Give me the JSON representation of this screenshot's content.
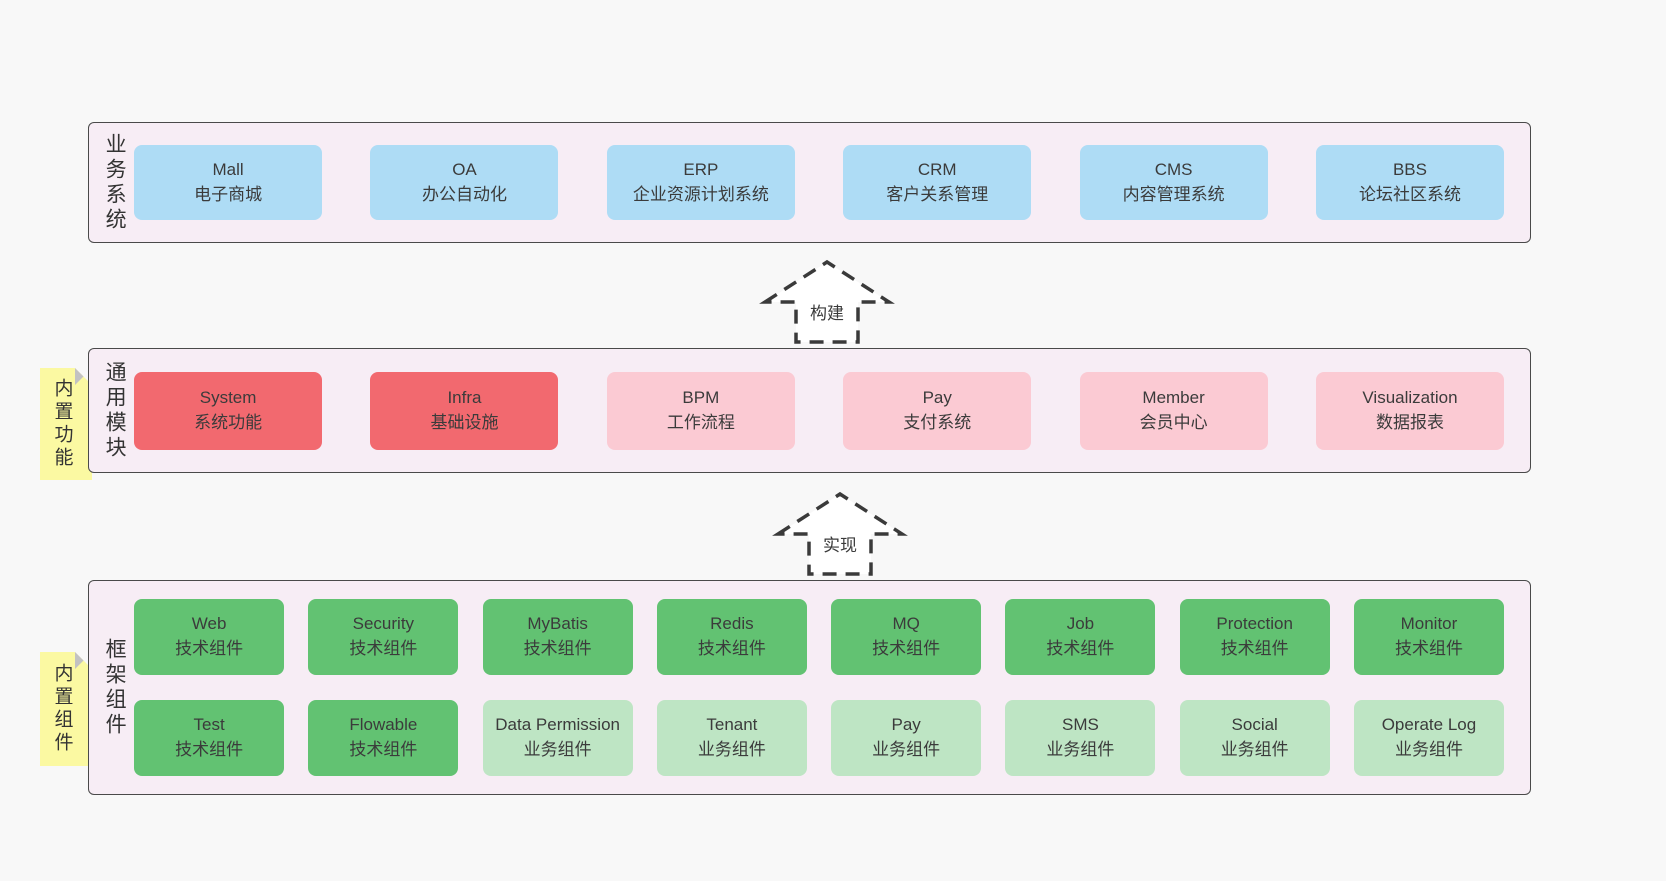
{
  "colors": {
    "page_bg": "#f8f8f8",
    "panel_bg": "#f7edf5",
    "panel_border": "#4a4a4a",
    "blue": "#aedcf5",
    "red": "#f2696f",
    "pink": "#fbcad3",
    "green_dark": "#62c272",
    "green_light": "#bee5c4",
    "sticky_yellow": "#fbf9a2",
    "sticky_fold": "#c2c2c2",
    "text": "#3b3b3b",
    "arrow": "#3a3a3a"
  },
  "arrows": {
    "build": "构建",
    "implement": "实现"
  },
  "sections": {
    "business": {
      "label": "业务系统",
      "boxes": [
        {
          "title": "Mall",
          "subtitle": "电子商城"
        },
        {
          "title": "OA",
          "subtitle": "办公自动化"
        },
        {
          "title": "ERP",
          "subtitle": "企业资源计划系统"
        },
        {
          "title": "CRM",
          "subtitle": "客户关系管理"
        },
        {
          "title": "CMS",
          "subtitle": "内容管理系统"
        },
        {
          "title": "BBS",
          "subtitle": "论坛社区系统"
        }
      ]
    },
    "modules": {
      "label": "通用模块",
      "sticky": "内置功能",
      "boxes": [
        {
          "title": "System",
          "subtitle": "系统功能"
        },
        {
          "title": "Infra",
          "subtitle": "基础设施"
        },
        {
          "title": "BPM",
          "subtitle": "工作流程"
        },
        {
          "title": "Pay",
          "subtitle": "支付系统"
        },
        {
          "title": "Member",
          "subtitle": "会员中心"
        },
        {
          "title": "Visualization",
          "subtitle": "数据报表"
        }
      ]
    },
    "framework": {
      "label": "框架组件",
      "sticky": "内置组件",
      "row1": [
        {
          "title": "Web",
          "subtitle": "技术组件"
        },
        {
          "title": "Security",
          "subtitle": "技术组件"
        },
        {
          "title": "MyBatis",
          "subtitle": "技术组件"
        },
        {
          "title": "Redis",
          "subtitle": "技术组件"
        },
        {
          "title": "MQ",
          "subtitle": "技术组件"
        },
        {
          "title": "Job",
          "subtitle": "技术组件"
        },
        {
          "title": "Protection",
          "subtitle": "技术组件"
        },
        {
          "title": "Monitor",
          "subtitle": "技术组件"
        }
      ],
      "row2": [
        {
          "title": "Test",
          "subtitle": "技术组件"
        },
        {
          "title": "Flowable",
          "subtitle": "技术组件"
        },
        {
          "title": "Data Permission",
          "subtitle": "业务组件"
        },
        {
          "title": "Tenant",
          "subtitle": "业务组件"
        },
        {
          "title": "Pay",
          "subtitle": "业务组件"
        },
        {
          "title": "SMS",
          "subtitle": "业务组件"
        },
        {
          "title": "Social",
          "subtitle": "业务组件"
        },
        {
          "title": "Operate Log",
          "subtitle": "业务组件"
        }
      ]
    }
  }
}
